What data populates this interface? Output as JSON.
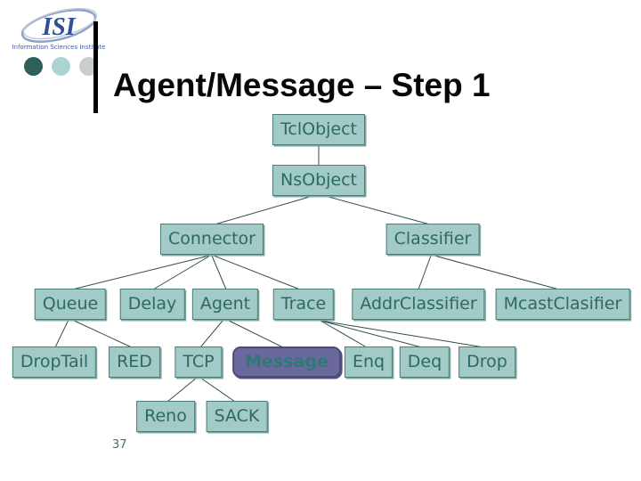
{
  "slide": {
    "title": "Agent/Message – Step 1",
    "page_number": "37",
    "logo": {
      "acronym": "ISI",
      "caption": "Information Sciences Institute"
    }
  },
  "colors": {
    "box_fill": "#a2cac6",
    "box_border": "#4a7d78",
    "box_text": "#2d6a64",
    "highlight_fill": "#6b689e",
    "highlight_border": "#4b4a7a",
    "highlight_text": "#2b7a74",
    "connector_line": "#2f4f4c",
    "dot_dark_teal": "#2e5f58",
    "dot_light_teal": "#a9d4cf",
    "dot_gray": "#c9cdcc"
  },
  "tree": {
    "nodes": [
      {
        "id": "tclobject",
        "label": "TclObject",
        "highlighted": false
      },
      {
        "id": "nsobject",
        "label": "NsObject",
        "highlighted": false
      },
      {
        "id": "connector",
        "label": "Connector",
        "highlighted": false
      },
      {
        "id": "classifier",
        "label": "Classifier",
        "highlighted": false
      },
      {
        "id": "queue",
        "label": "Queue",
        "highlighted": false
      },
      {
        "id": "delay",
        "label": "Delay",
        "highlighted": false
      },
      {
        "id": "agent",
        "label": "Agent",
        "highlighted": false
      },
      {
        "id": "trace",
        "label": "Trace",
        "highlighted": false
      },
      {
        "id": "addrclassifier",
        "label": "AddrClassifier",
        "highlighted": false
      },
      {
        "id": "mcastclasifier",
        "label": "McastClasifier",
        "highlighted": false
      },
      {
        "id": "droptail",
        "label": "DropTail",
        "highlighted": false
      },
      {
        "id": "red",
        "label": "RED",
        "highlighted": false
      },
      {
        "id": "tcp",
        "label": "TCP",
        "highlighted": false
      },
      {
        "id": "message",
        "label": "Message",
        "highlighted": true
      },
      {
        "id": "enq",
        "label": "Enq",
        "highlighted": false
      },
      {
        "id": "deq",
        "label": "Deq",
        "highlighted": false
      },
      {
        "id": "drop",
        "label": "Drop",
        "highlighted": false
      },
      {
        "id": "reno",
        "label": "Reno",
        "highlighted": false
      },
      {
        "id": "sack",
        "label": "SACK",
        "highlighted": false
      }
    ],
    "edges": [
      [
        "TclObject",
        "NsObject"
      ],
      [
        "NsObject",
        "Connector"
      ],
      [
        "NsObject",
        "Classifier"
      ],
      [
        "Connector",
        "Queue"
      ],
      [
        "Connector",
        "Delay"
      ],
      [
        "Connector",
        "Agent"
      ],
      [
        "Connector",
        "Trace"
      ],
      [
        "Classifier",
        "AddrClassifier"
      ],
      [
        "Classifier",
        "McastClasifier"
      ],
      [
        "Queue",
        "DropTail"
      ],
      [
        "Queue",
        "RED"
      ],
      [
        "Agent",
        "TCP"
      ],
      [
        "Agent",
        "Message"
      ],
      [
        "Trace",
        "Enq"
      ],
      [
        "Trace",
        "Deq"
      ],
      [
        "Trace",
        "Drop"
      ],
      [
        "TCP",
        "Reno"
      ],
      [
        "TCP",
        "SACK"
      ]
    ]
  }
}
